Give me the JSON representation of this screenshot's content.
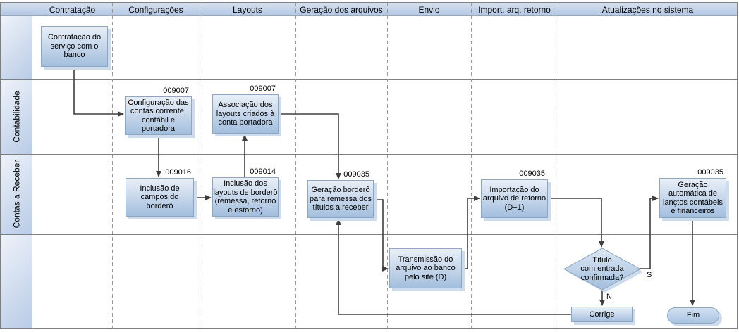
{
  "palette": {
    "band_top": "#d6e0f0",
    "band_bottom": "#b4c7e3",
    "box_top": "#e9eff8",
    "box_bottom": "#a2bedd",
    "box_border": "#8ea6be",
    "box_shadow": "#ccdbee",
    "connector": "#3f3f3f",
    "lane_line": "#7f7f7f",
    "dashed_separator": "#999999",
    "text": "#000000"
  },
  "columns": [
    "Contratação",
    "Configurações",
    "Layouts",
    "Geração dos arquivos",
    "Envio",
    "Import. arq. retorno",
    "Atualizações no sistema"
  ],
  "lanes": [
    "",
    "Contabilidade",
    "Contas a Receber",
    ""
  ],
  "nodes": {
    "contratacao": {
      "label": "Contratação do\nserviço com o\nbanco"
    },
    "configuracao": {
      "code": "009007",
      "label": "Configuração das\ncontas corrente,\ncontábil e\nportadora"
    },
    "inclusao_campos": {
      "code": "009016",
      "label": "Inclusão de\ncampos do\nborderô"
    },
    "associacao": {
      "code": "009007",
      "label": "Associação dos\nlayouts criados à\nconta portadora"
    },
    "inclusao_layouts": {
      "code": "009014",
      "label": "Inclusão dos\nlayouts de borderô\n(remessa, retorno\ne estorno)"
    },
    "geracao_bordero": {
      "code": "009035",
      "label": "Geração borderô\npara remessa dos\ntítulos a receber"
    },
    "transmissao": {
      "label": "Transmissão do\narquivo ao banco\npelo site (D)"
    },
    "importacao": {
      "code": "009035",
      "label": "Importação do\narquivo de retorno\n(D+1)"
    },
    "decisao": {
      "label": "Título\ncom entrada\nconfirmada?",
      "yes_label": "S",
      "no_label": "N"
    },
    "corrige": {
      "label": "Corrige"
    },
    "geracao_lanctos": {
      "code": "009035",
      "label": "Geração\nautomática de\nlançtos contábeis\ne financeiros"
    },
    "fim": {
      "label": "Fim"
    }
  }
}
